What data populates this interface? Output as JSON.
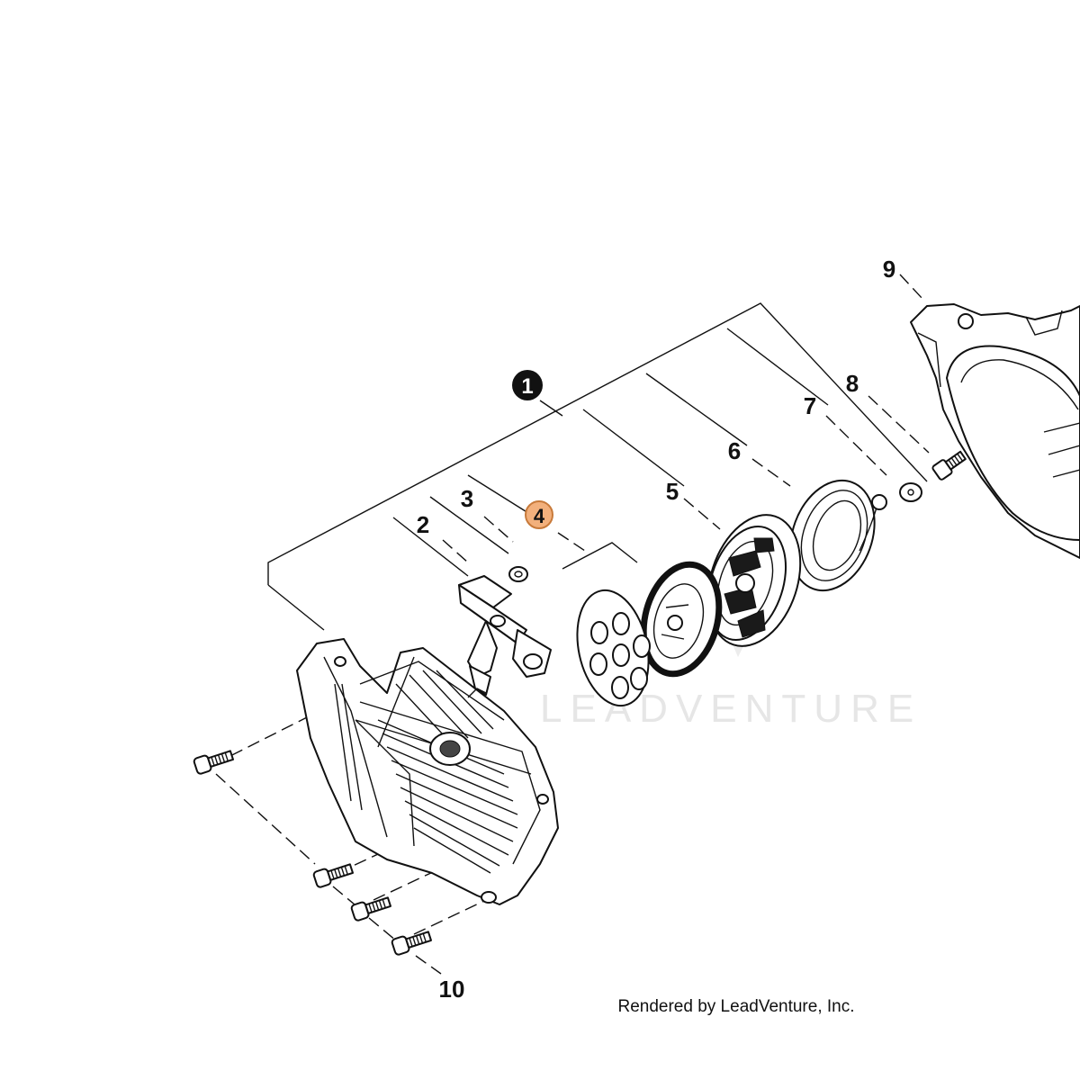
{
  "callouts": {
    "c1": "1",
    "c2": "2",
    "c3": "3",
    "c4": "4",
    "c5": "5",
    "c6": "6",
    "c7": "7",
    "c8": "8",
    "c9": "9",
    "c10": "10"
  },
  "colors": {
    "highlight_fill": "#f2b07c",
    "highlight_stroke": "#c87a3a",
    "line": "#111111",
    "watermark": "#e6e6e6"
  },
  "watermark": "LEADVENTURE",
  "footer": "Rendered by LeadVenture, Inc."
}
